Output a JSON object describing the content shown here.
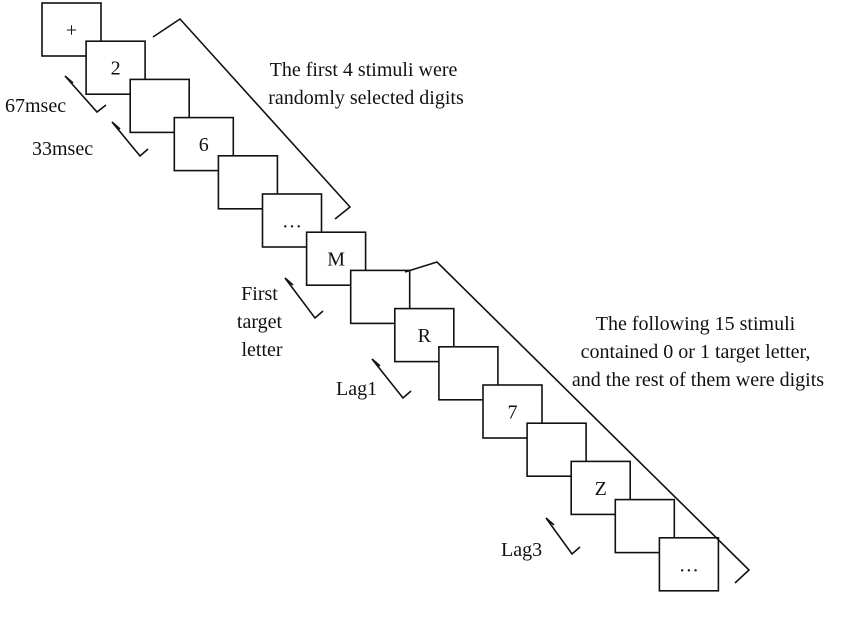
{
  "frames": [
    {
      "label": "+"
    },
    {
      "label": "2"
    },
    {
      "label": ""
    },
    {
      "label": "6"
    },
    {
      "label": ""
    },
    {
      "label": "…"
    },
    {
      "label": "M"
    },
    {
      "label": ""
    },
    {
      "label": "R"
    },
    {
      "label": ""
    },
    {
      "label": "7"
    },
    {
      "label": ""
    },
    {
      "label": "Z"
    },
    {
      "label": ""
    },
    {
      "label": "…"
    }
  ],
  "annotations": {
    "first_stimuli": [
      "The first 4 stimuli were",
      "randomly selected digits"
    ],
    "following_stimuli": [
      "The following 15 stimuli",
      "contained 0 or 1 target letter,",
      "and the rest of them were digits"
    ],
    "duration_67": "67msec",
    "duration_33": "33msec",
    "first_target": [
      "First",
      "target",
      "letter"
    ],
    "lag1": "Lag1",
    "lag3": "Lag3"
  }
}
